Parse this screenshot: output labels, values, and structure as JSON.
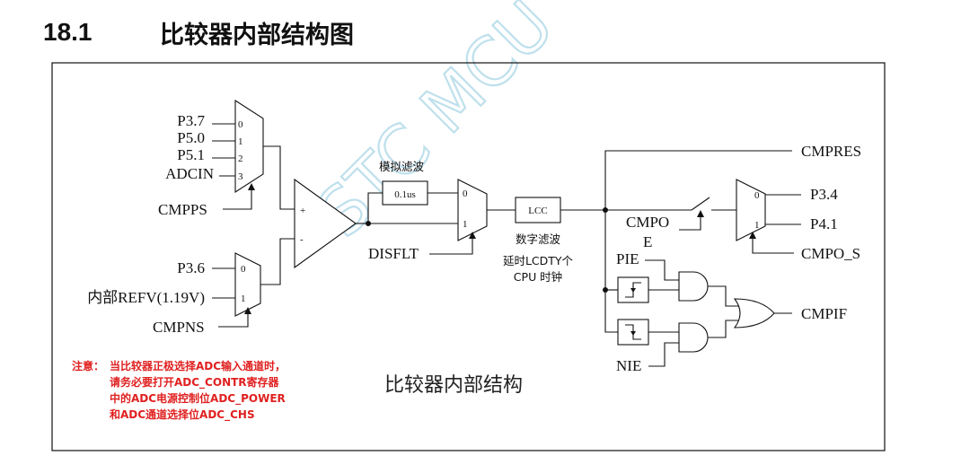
{
  "section": {
    "number": "18.1",
    "title": "比较器内部结构图"
  },
  "watermark": "STC MCU",
  "diagram": {
    "caption": "比较器内部结构",
    "mux_pos": {
      "inputs": [
        "P3.7",
        "P5.0",
        "P5.1",
        "ADCIN"
      ],
      "indices": [
        "0",
        "1",
        "2",
        "3"
      ],
      "select": "CMPPS"
    },
    "mux_neg": {
      "inputs": [
        "P3.6",
        "内部REFV(1.19V)"
      ],
      "indices": [
        "0",
        "1"
      ],
      "select": "CMPNS"
    },
    "comparator": {
      "plus": "+",
      "minus": "-"
    },
    "analog_filter": {
      "label": "模拟滤波",
      "value": "0.1us"
    },
    "mux_filter": {
      "indices": [
        "0",
        "1"
      ],
      "select": "DISFLT"
    },
    "digital_filter": {
      "block": "LCC",
      "label": "数字滤波",
      "desc1": "延时LCDTY个",
      "desc2": "CPU 时钟"
    },
    "outputs": {
      "cmpres": "CMPRES",
      "cmpoe_1": "CMPO",
      "cmpoe_2": "E",
      "out_pins": [
        "P3.4",
        "P4.1"
      ],
      "out_indices": [
        "0",
        "1"
      ],
      "out_select": "CMPO_S",
      "pie": "PIE",
      "nie": "NIE",
      "flag": "CMPIF"
    }
  },
  "note": {
    "label": "注意：",
    "lines": [
      "当比较器正极选择ADC输入通道时，",
      "请务必要打开ADC_CONTR寄存器",
      "中的ADC电源控制位ADC_POWER",
      "和ADC通道选择位ADC_CHS"
    ]
  }
}
